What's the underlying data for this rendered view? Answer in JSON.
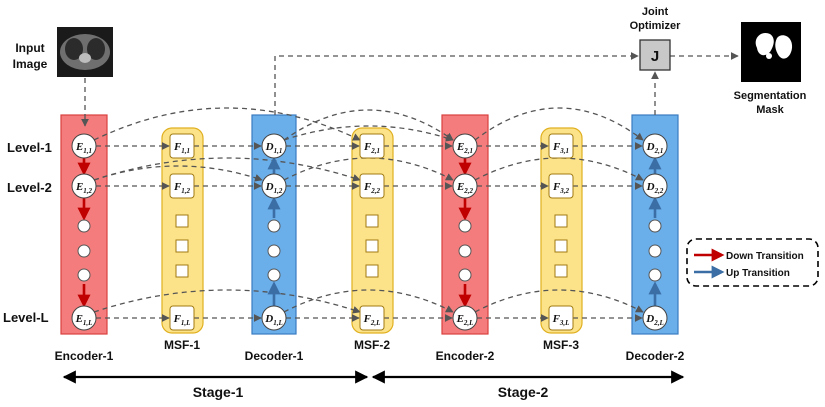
{
  "input": {
    "label_line1": "Input",
    "label_line2": "Image"
  },
  "levels": [
    "Level-1",
    "Level-2",
    "Level-L"
  ],
  "columns": [
    {
      "id": "encoder-1",
      "label": "Encoder-1",
      "type": "encoder",
      "prefix": "E",
      "stage": "1"
    },
    {
      "id": "msf-1",
      "label": "MSF-1",
      "type": "msf",
      "prefix": "F",
      "stage": "1"
    },
    {
      "id": "decoder-1",
      "label": "Decoder-1",
      "type": "decoder",
      "prefix": "D",
      "stage": "1"
    },
    {
      "id": "msf-2",
      "label": "MSF-2",
      "type": "msf",
      "prefix": "F",
      "stage": "2"
    },
    {
      "id": "encoder-2",
      "label": "Encoder-2",
      "type": "encoder",
      "prefix": "E",
      "stage": "2"
    },
    {
      "id": "msf-3",
      "label": "MSF-3",
      "type": "msf",
      "prefix": "F",
      "stage": "3"
    },
    {
      "id": "decoder-2",
      "label": "Decoder-2",
      "type": "decoder",
      "prefix": "D",
      "stage": "2"
    }
  ],
  "level_subscripts": [
    "1",
    "2",
    "L"
  ],
  "optimizer": {
    "label_line1": "Joint",
    "label_line2": "Optimizer",
    "symbol": "J"
  },
  "output": {
    "label_line1": "Segmentation",
    "label_line2": "Mask"
  },
  "legend": {
    "down": "Down Transition",
    "up": "Up Transition"
  },
  "stages": [
    {
      "label": "Stage-1"
    },
    {
      "label": "Stage-2"
    }
  ],
  "colors": {
    "encoder_fill": "#f47c7c",
    "encoder_stroke": "#d94040",
    "decoder_fill": "#6aaeea",
    "decoder_stroke": "#3a7cc0",
    "msf_fill": "#fce38a",
    "msf_stroke": "#e0b020",
    "down_arrow": "#c00000",
    "up_arrow": "#3a6ea5",
    "optimizer_fill": "#c8c8c8",
    "dash": "#555555"
  }
}
